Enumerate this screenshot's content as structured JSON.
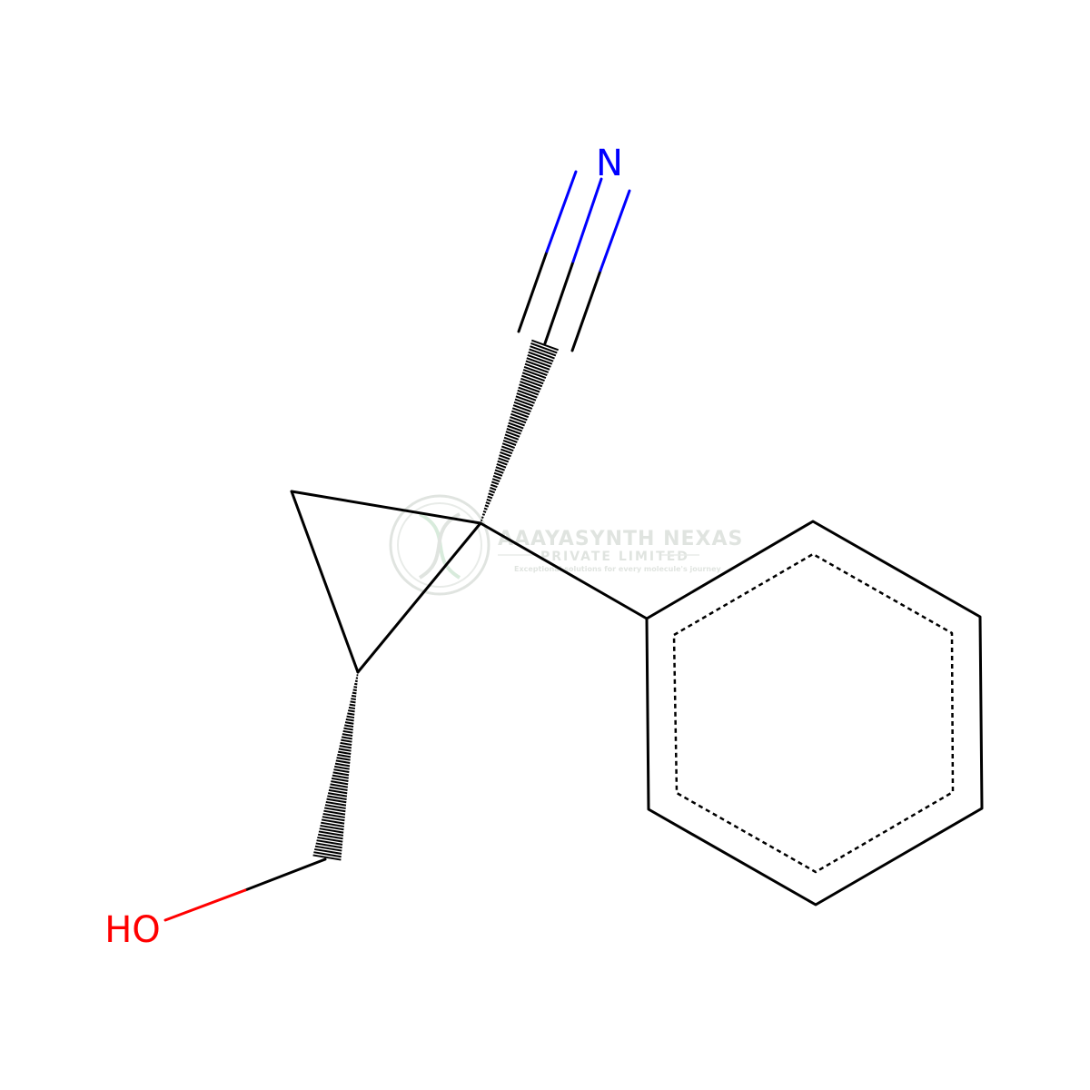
{
  "molecule": {
    "atoms": {
      "nitrogen": "N",
      "hydroxyl": "HO"
    }
  },
  "watermark": {
    "company": "AAAYASYNTH NEXAS",
    "subtitle": "PRIVATE LIMITED",
    "tagline": "Exceptional solutions for every molecule's journey"
  },
  "colors": {
    "bond": "#000000",
    "nitrogen": "#0000ff",
    "oxygen": "#ff0000",
    "watermark": "#c8cfc8",
    "watermark_accent": "#b9dcc0"
  }
}
